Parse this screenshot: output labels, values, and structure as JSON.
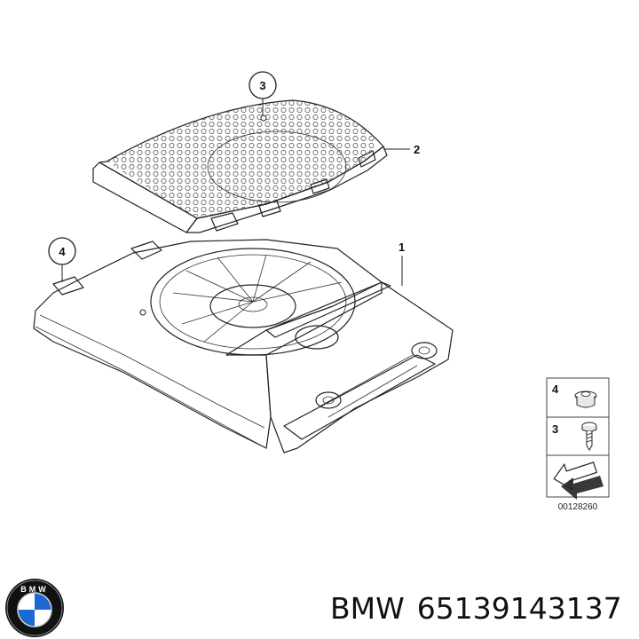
{
  "callouts": {
    "c1": "1",
    "c2": "2",
    "c3": "3",
    "c4": "4"
  },
  "legend": {
    "item_4": "4",
    "item_3": "3",
    "diagram_id": "00128260"
  },
  "caption": {
    "brand": "BMW",
    "part_number": "65139143137"
  },
  "logo": {
    "text": "BMW",
    "colors": {
      "blue": "#1c69d4",
      "white": "#ffffff",
      "ring": "#111111"
    }
  },
  "icons": [
    "speaker-cover-grille",
    "subwoofer-housing",
    "nut-icon",
    "screw-icon",
    "arrow-icon",
    "bmw-logo"
  ]
}
